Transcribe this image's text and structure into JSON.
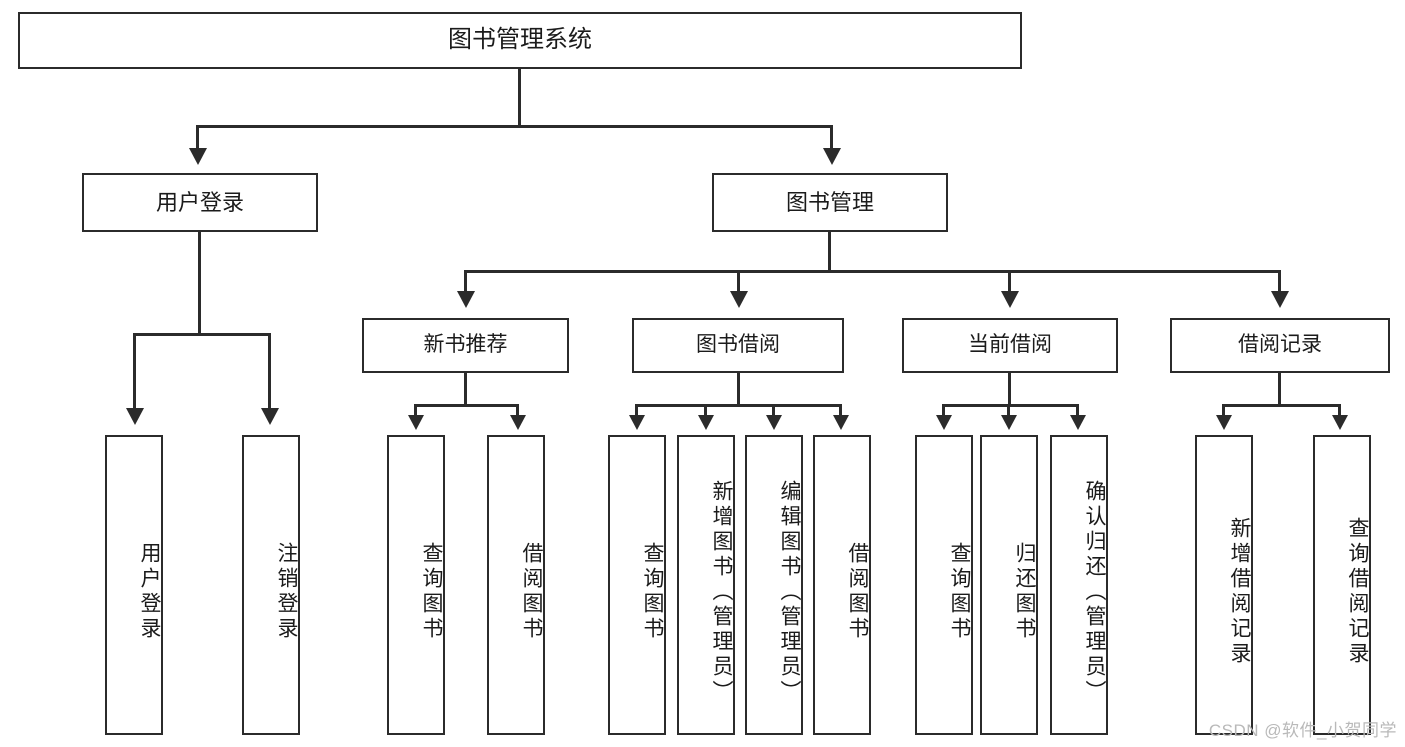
{
  "diagram": {
    "title": "图书管理系统",
    "root": {
      "label": "图书管理系统"
    },
    "level2": [
      {
        "label": "用户登录"
      },
      {
        "label": "图书管理"
      }
    ],
    "level3": [
      {
        "label": "新书推荐"
      },
      {
        "label": "图书借阅"
      },
      {
        "label": "当前借阅"
      },
      {
        "label": "借阅记录"
      }
    ],
    "leaves": {
      "user_login": [
        {
          "label": "用户登录"
        },
        {
          "label": "注销登录"
        }
      ],
      "new_book_recommend": [
        {
          "label": "查询图书"
        },
        {
          "label": "借阅图书"
        }
      ],
      "book_borrow": [
        {
          "label": "查询图书"
        },
        {
          "label": "新增图书（管理员）"
        },
        {
          "label": "编辑图书（管理员）"
        },
        {
          "label": "借阅图书"
        }
      ],
      "current_borrow": [
        {
          "label": "查询图书"
        },
        {
          "label": "归还图书"
        },
        {
          "label": "确认归还（管理员）"
        }
      ],
      "borrow_record": [
        {
          "label": "新增借阅记录"
        },
        {
          "label": "查询借阅记录"
        }
      ]
    }
  },
  "watermark": {
    "text": "CSDN @软件_小贺同学"
  },
  "colors": {
    "stroke": "#2b2b2b",
    "text": "#1b1b1b",
    "background": "#ffffff",
    "watermark": "#b9b9b9"
  }
}
